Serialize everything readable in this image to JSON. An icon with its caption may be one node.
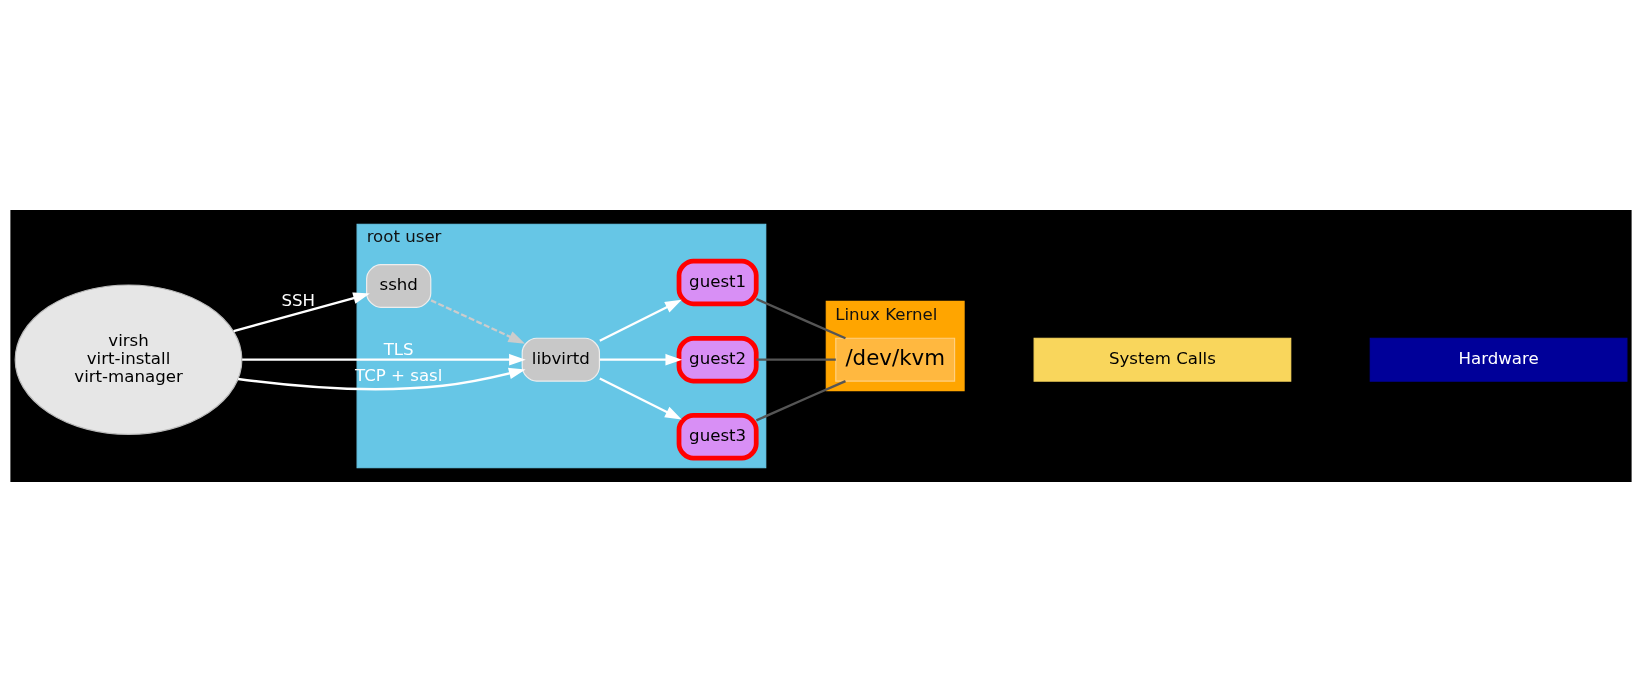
{
  "diagram": {
    "nodes": [
      {
        "text": [
          "root user"
        ]
      },
      {
        "text": [
          "libvirtd"
        ],
        "in": 0
      },
      {
        "text": [
          "sshd"
        ],
        "in": 0
      },
      {
        "text": [
          "guest1"
        ],
        "in": 0
      },
      {
        "text": [
          "guest2"
        ],
        "in": 0
      },
      {
        "text": [
          "guest3"
        ],
        "in": 0
      },
      {
        "text": [
          "System Calls"
        ]
      },
      {
        "text": [
          "Linux Kernel"
        ]
      },
      {
        "text": [
          "/dev/kvm"
        ],
        "in": 7
      },
      {
        "text": [
          "Hardware"
        ]
      },
      {
        "text": [
          "virsh",
          "virt-install",
          "virt-manager"
        ]
      }
    ],
    "edges": [
      {
        "from": 10,
        "to": 1,
        "arrow": "to",
        "label": "TLS"
      },
      {
        "from": 10,
        "to": 1,
        "arrow": "to",
        "label": "TCP + sasl"
      },
      {
        "from": 10,
        "to": 2,
        "arrow": "to",
        "label": "SSH"
      },
      {
        "from": 2,
        "to": 1,
        "arrow": "to",
        "style": "dashed",
        "color": "#cccccc"
      },
      {
        "from": 1,
        "to": 4,
        "arrow": "to"
      },
      {
        "from": 1,
        "to": 3,
        "arrow": "to"
      },
      {
        "from": 1,
        "to": 5,
        "arrow": "to"
      },
      {
        "from": 3,
        "to": 8,
        "arrow": "none",
        "color": "#555555"
      },
      {
        "from": 4,
        "to": 8,
        "arrow": "none",
        "color": "#555555"
      },
      {
        "from": 5,
        "to": 8,
        "arrow": "none",
        "color": "#555555"
      }
    ]
  }
}
